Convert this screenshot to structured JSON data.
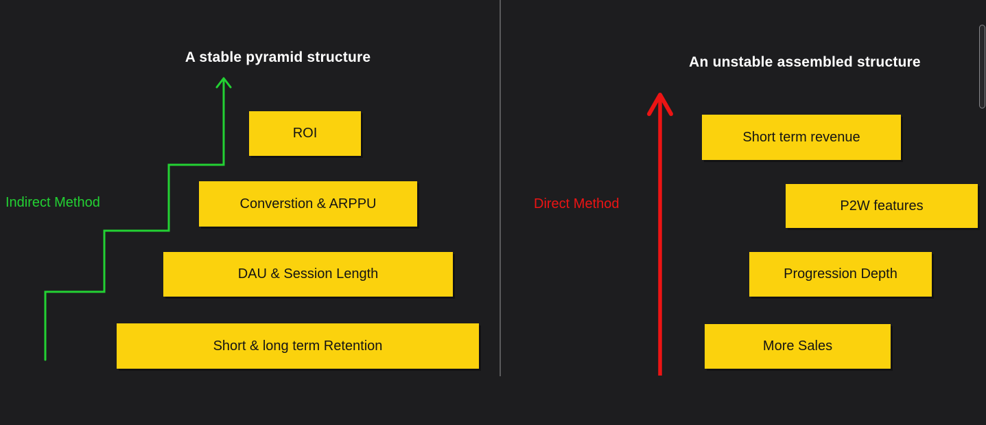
{
  "colors": {
    "background": "#1d1d1f",
    "box_fill": "#fbd20d",
    "box_text": "#141414",
    "title_text": "#ffffff",
    "green": "#23d133",
    "red": "#ec1414",
    "divider": "#5a5a5c"
  },
  "left_panel": {
    "title": "A stable pyramid structure",
    "method_label": "Indirect Method",
    "arrow_shape": "stepped-up-arrow",
    "boxes": [
      {
        "label": "ROI"
      },
      {
        "label": "Converstion & ARPPU"
      },
      {
        "label": "DAU & Session Length"
      },
      {
        "label": "Short & long term Retention"
      }
    ]
  },
  "right_panel": {
    "title": "An unstable assembled structure",
    "method_label": "Direct Method",
    "arrow_shape": "straight-up-arrow",
    "boxes": [
      {
        "label": "Short term revenue"
      },
      {
        "label": "P2W features"
      },
      {
        "label": "Progression Depth"
      },
      {
        "label": "More Sales"
      }
    ]
  }
}
